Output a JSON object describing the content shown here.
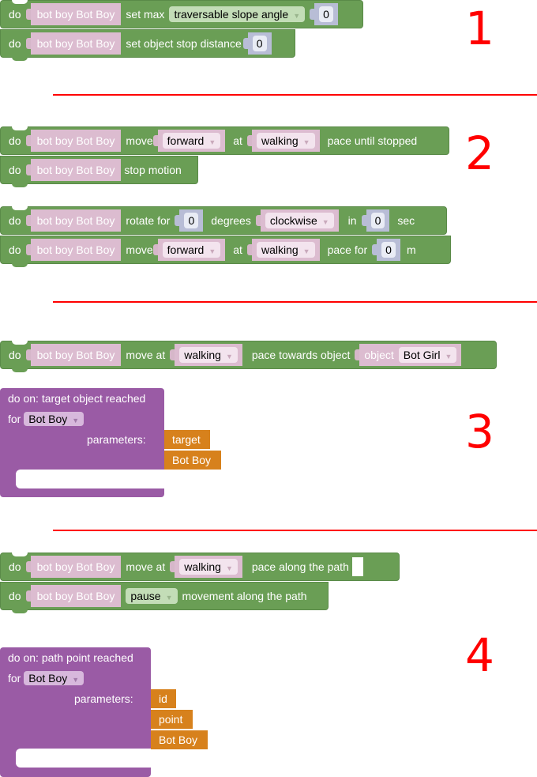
{
  "section_labels": [
    "1",
    "2",
    "3",
    "4"
  ],
  "colors": {
    "action_block": "#6a9e55",
    "object_block": "#dcbcd0",
    "event_block": "#9a5ba5",
    "parameter_block": "#d7811c",
    "divider": "#ff0000"
  },
  "section1": {
    "b1": {
      "do": "do",
      "object": "bot boy Bot Boy",
      "text1": "set max",
      "dropdown": "traversable slope angle",
      "value": "0"
    },
    "b2": {
      "do": "do",
      "object": "bot boy Bot Boy",
      "text1": "set object stop distance",
      "value": "0"
    }
  },
  "section2": {
    "b1": {
      "do": "do",
      "object": "bot boy Bot Boy",
      "text1": "move",
      "direction": "forward",
      "text2": "at",
      "pace": "walking",
      "text3": "pace until stopped"
    },
    "b2": {
      "do": "do",
      "object": "bot boy Bot Boy",
      "text1": "stop motion"
    },
    "b3": {
      "do": "do",
      "object": "bot boy Bot Boy",
      "text1": "rotate for",
      "degrees": "0",
      "text2": "degrees",
      "rotation": "clockwise",
      "text3": "in",
      "seconds": "0",
      "text4": "sec"
    },
    "b4": {
      "do": "do",
      "object": "bot boy Bot Boy",
      "text1": "move",
      "direction": "forward",
      "text2": "at",
      "pace": "walking",
      "text3": "pace for",
      "distance": "0",
      "text4": "m"
    }
  },
  "section3": {
    "b1": {
      "do": "do",
      "object": "bot boy Bot Boy",
      "text1": "move at",
      "pace": "walking",
      "text2": "pace towards object",
      "obj_label": "object",
      "target": "Bot Girl"
    },
    "event": {
      "title": "do on: target object reached",
      "for": "for",
      "for_value": "Bot Boy",
      "params_label": "parameters:",
      "params": [
        "target",
        "Bot Boy"
      ]
    }
  },
  "section4": {
    "b1": {
      "do": "do",
      "object": "bot boy Bot Boy",
      "text1": "move at",
      "pace": "walking",
      "text2": "pace along the path"
    },
    "b2": {
      "do": "do",
      "object": "bot boy Bot Boy",
      "action": "pause",
      "text1": "movement along the path"
    },
    "event": {
      "title": "do on: path point reached",
      "for": "for",
      "for_value": "Bot Boy",
      "params_label": "parameters:",
      "params": [
        "id",
        "point",
        "Bot Boy"
      ]
    }
  }
}
